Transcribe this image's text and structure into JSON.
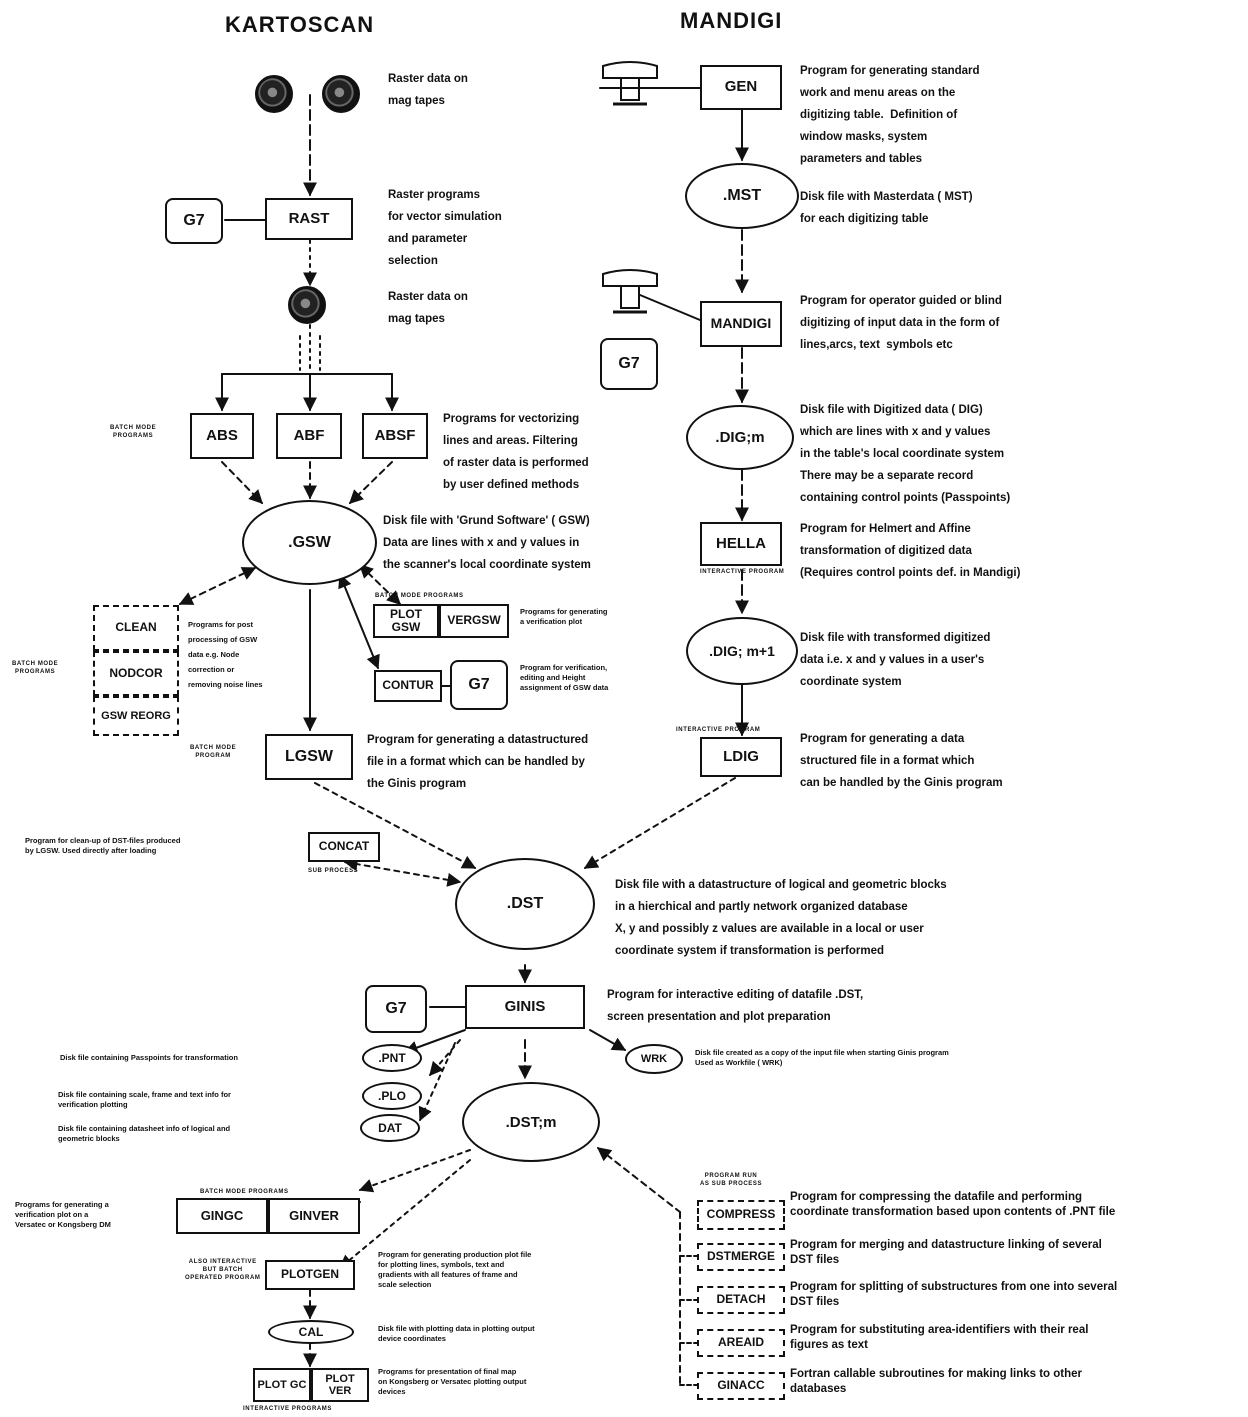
{
  "headers": {
    "kartoscan": "KARTOSCAN",
    "mandigi": "MANDIGI"
  },
  "nodes": {
    "rast": "RAST",
    "g7": "G7",
    "abs": "ABS",
    "abf": "ABF",
    "absf": "ABSF",
    "gsw": ".GSW",
    "plot_gsw": "PLOT GSW",
    "vergsw": "VERGSW",
    "contur": "CONTUR",
    "clean": "CLEAN",
    "nodcor": "NODCOR",
    "gsw_reorg": "GSW REORG",
    "lgsw": "LGSW",
    "concat": "CONCAT",
    "dst": ".DST",
    "gen": "GEN",
    "mst": ".MST",
    "mandigi": "MANDIGI",
    "dig_m": ".DIG;m",
    "hella": "HELLA",
    "dig_m1": ".DIG; m+1",
    "ldig": "LDIG",
    "ginis": "GINIS",
    "pnt": ".PNT",
    "plo": ".PLO",
    "dat": "DAT",
    "wrk": "WRK",
    "dst_m": ".DST;m",
    "gingc": "GINGC",
    "ginver": "GINVER",
    "plotgen": "PLOTGEN",
    "cal": "CAL",
    "plot_gc": "PLOT GC",
    "plot_ver": "PLOT VER",
    "compress": "COMPRESS",
    "dstmerge": "DSTMERGE",
    "detach": "DETACH",
    "areaid": "AREAID",
    "ginacc": "GINACC"
  },
  "desc": {
    "raster1": "Raster data on\nmag tapes",
    "rast": "Raster programs\nfor vector simulation\nand parameter\nselection",
    "raster2": "Raster data on\nmag tapes",
    "vectorize": "Programs for vectorizing\nlines and areas. Filtering\nof raster data is performed\nby user defined methods",
    "gsw": "Disk file with 'Grund Software' ( GSW)\nData are lines with x and y values in\nthe scanner's local coordinate system",
    "plot_gsw": "Programs for generating\na verification plot",
    "contur": "Program for verification,\nediting and Height\nassignment of GSW data",
    "clean": "Programs for post\nprocessing of GSW\ndata e.g. Node\ncorrection or\nremoving noise lines",
    "lgsw": "Program for generating a datastructured\nfile in a format which can be handled by\nthe Ginis program",
    "concat": "Program for clean-up of DST-files produced\nby LGSW. Used directly after loading",
    "dst": "Disk file with a datastructure of logical and geometric blocks\nin a hierchical and partly network organized database\nX, y and possibly z values are available in a local or user\ncoordinate system if transformation is performed",
    "gen": "Program for generating standard\nwork and menu areas on the\ndigitizing table.  Definition of\nwindow masks, system\nparameters and tables",
    "mst": "Disk file with Masterdata ( MST)\nfor each digitizing table",
    "mandigi": "Program for operator guided or blind\ndigitizing of input data in the form of\nlines,arcs, text  symbols etc",
    "dig_m": "Disk file with Digitized data ( DIG)\nwhich are lines with x and y values\nin the table's local coordinate system\nThere may be a separate record\ncontaining control points (Passpoints)",
    "hella": "Program for Helmert and Affine\ntransformation of digitized data\n(Requires control points def. in Mandigi)",
    "dig_m1": "Disk file with transformed digitized\ndata i.e. x and y values in a user's\ncoordinate system",
    "ldig": "Program for generating a data\nstructured file in a format which\ncan be handled by the Ginis program",
    "ginis": "Program for interactive editing of datafile .DST,\nscreen presentation and plot preparation",
    "pnt": "Disk file containing Passpoints for transformation",
    "plo": "Disk file containing scale, frame and text info for\nverification plotting",
    "dat": "Disk file containing datasheet info of logical and\ngeometric blocks",
    "wrk": "Disk file created as a copy of the input file when starting Ginis program\nUsed as Workfile ( WRK)",
    "gingc": "Programs for generating a\nverification plot on a\nVersatec or Kongsberg DM",
    "plotgen": "Program for generating production plot file\nfor plotting lines, symbols, text and\ngradients with all features of frame and\nscale selection",
    "cal": "Disk file with plotting data in plotting output\ndevice coordinates",
    "plot_gc": "Programs for presentation of final map\non Kongsberg or Versatec plotting output\ndevices",
    "compress": "Program for compressing the datafile and performing\ncoordinate transformation based upon contents of .PNT file",
    "dstmerge": "Program for merging and datastructure linking of several\nDST files",
    "detach": "Program for splitting of substructures from one into several\nDST files",
    "areaid": "Program for substituting area-identifiers with their real\nfigures as text",
    "ginacc": "Fortran callable subroutines for making links to other\ndatabases"
  },
  "tags": {
    "batch_abs": "BATCH MODE\nPROGRAMS",
    "batch_plot_gsw": "BATCH MODE PROGRAMS",
    "batch_clean": "BATCH MODE\nPROGRAMS",
    "batch_lgsw": "BATCH MODE\nPROGRAM",
    "sub_concat": "SUB PROCESS",
    "interactive_hella": "INTERACTIVE PROGRAM",
    "interactive_ldig": "INTERACTIVE PROGRAM",
    "batch_gingc": "BATCH MODE PROGRAMS",
    "plotgen_mode": "ALSO INTERACTIVE\nBUT BATCH\nOPERATED PROGRAM",
    "interactive_plot": "INTERACTIVE PROGRAMS",
    "compress_mode": "PROGRAM RUN\nAS SUB PROCESS"
  },
  "icons": [
    "tape-reel-icon",
    "terminal-icon"
  ]
}
